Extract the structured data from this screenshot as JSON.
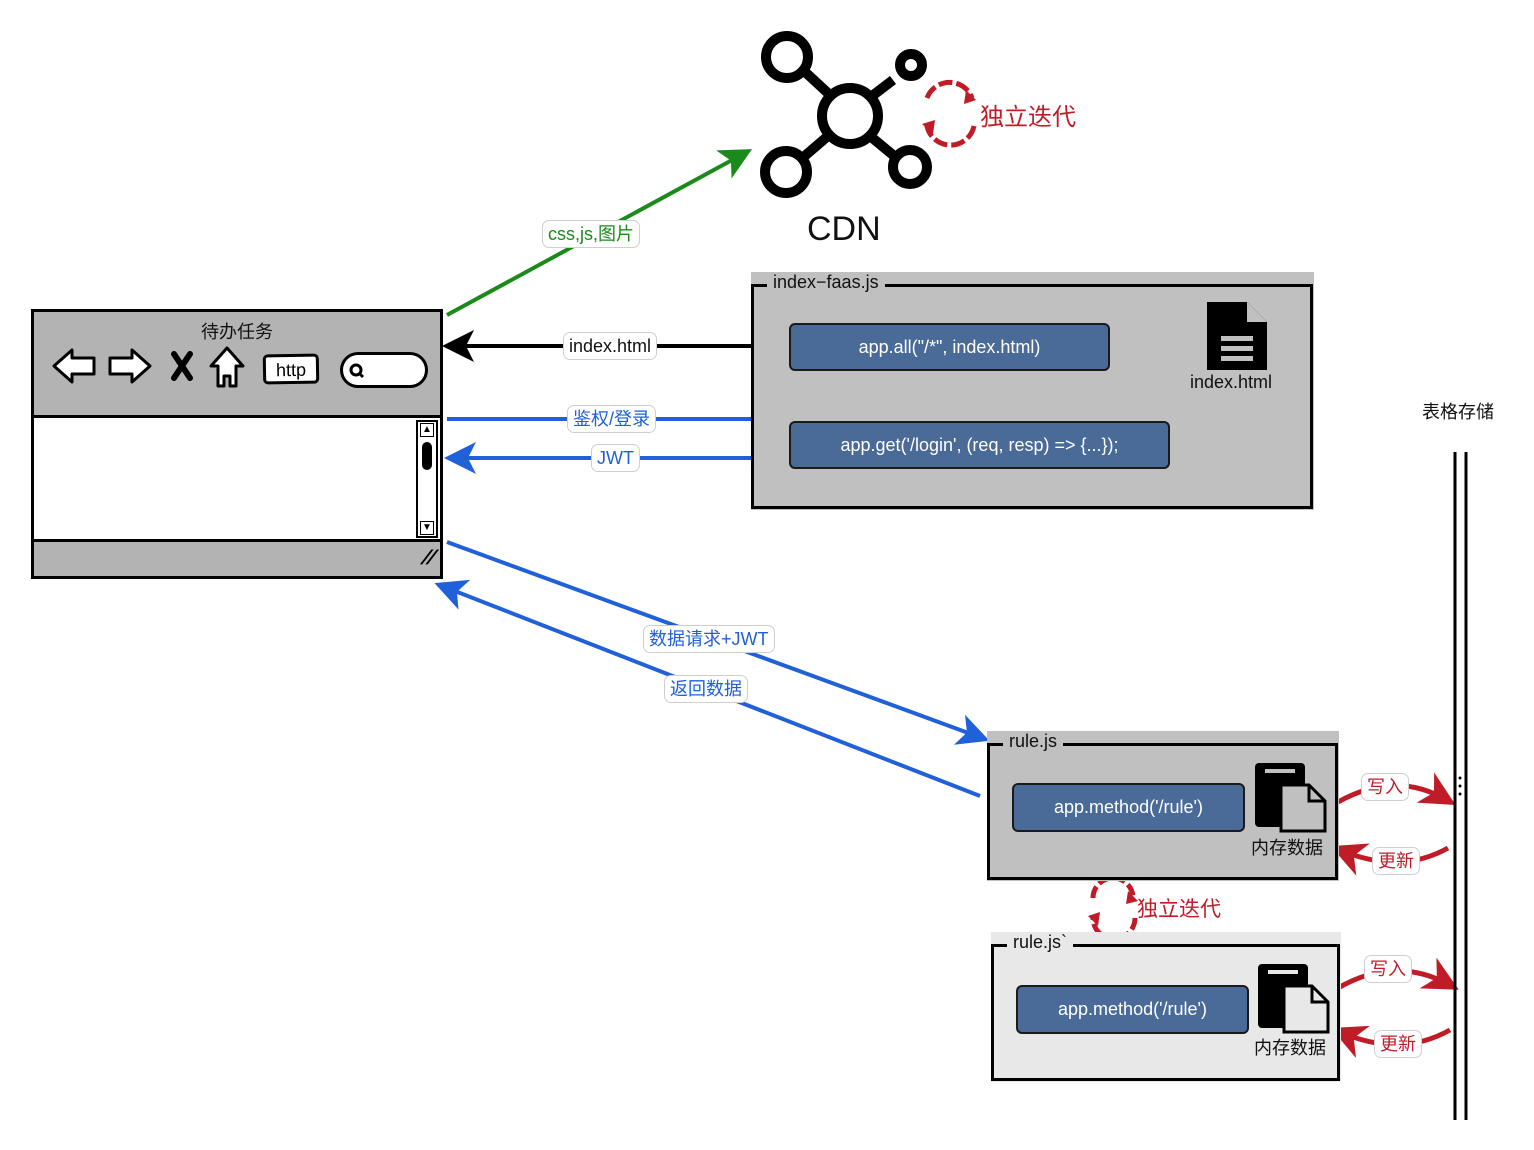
{
  "browser": {
    "title": "待办任务",
    "toolbar": {
      "back_icon": "back-arrow-icon",
      "forward_icon": "forward-arrow-icon",
      "stop_icon": "close-x-icon",
      "home_icon": "home-icon",
      "url_label": "http",
      "search_icon": "search-icon"
    },
    "scrollbar": {
      "up": "▲",
      "down": "▼"
    },
    "resize_glyph": "//"
  },
  "cdn": {
    "label": "CDN",
    "icon": "network-hub-icon",
    "cycle_label": "独立迭代",
    "cycle_icon": "refresh-cycle-icon"
  },
  "edges": {
    "assets": "css,js,图片",
    "index_html": "index.html",
    "auth": "鉴权/登录",
    "jwt": "JWT",
    "data_request": "数据请求+JWT",
    "data_response": "返回数据",
    "write_1": "写入",
    "update_1": "更新",
    "write_2": "写入",
    "update_2": "更新"
  },
  "faas": {
    "title": "index−faas.js",
    "route_all": "app.all(\"/*\", index.html)",
    "route_login": "app.get('/login', (req, resp) => {...});",
    "file_caption": "index.html",
    "file_icon": "document-icon"
  },
  "rule": {
    "title": "rule.js",
    "route": "app.method('/rule')",
    "mem_caption": "内存数据",
    "mem_icon": "memory-copy-icon"
  },
  "rule_next": {
    "title": "rule.js`",
    "route": "app.method('/rule')",
    "mem_caption": "内存数据",
    "mem_icon": "memory-copy-icon",
    "cycle_label": "独立迭代"
  },
  "storage": {
    "label": "表格存储"
  },
  "colors": {
    "green": "#1a8a1a",
    "blue": "#2060d8",
    "red": "#c01c28",
    "code_box": "#4a6a98",
    "panel_gray": "#c0c0c0",
    "panel_light": "#e8e8e8"
  }
}
